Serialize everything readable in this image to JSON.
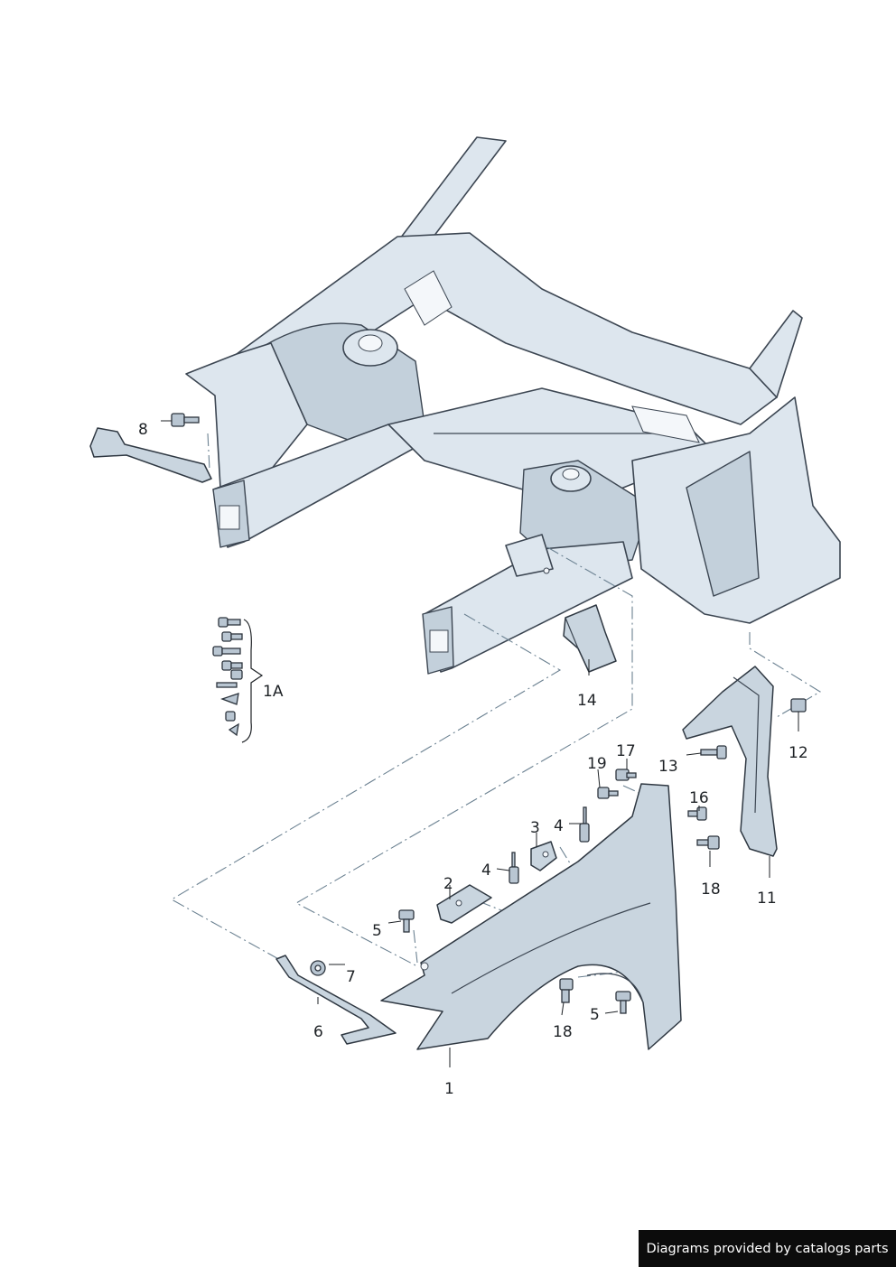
{
  "labels": {
    "p1": "1",
    "p1a": "1A",
    "p2": "2",
    "p3": "3",
    "p4a": "4",
    "p4b": "4",
    "p5a": "5",
    "p5b": "5",
    "p6": "6",
    "p7": "7",
    "p8": "8",
    "p11": "11",
    "p12": "12",
    "p13": "13",
    "p14": "14",
    "p16": "16",
    "p17": "17",
    "p18a": "18",
    "p18b": "18",
    "p19": "19"
  },
  "credit": "Diagrams provided by catalogs parts"
}
